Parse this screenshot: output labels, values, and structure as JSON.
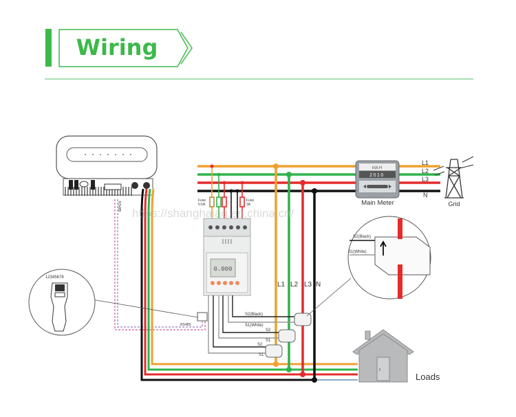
{
  "header": {
    "title": "Wiring",
    "accent_color": "#3cb94a"
  },
  "watermark": "https://shanghaiaq.en.china.cn/",
  "bus": {
    "lines": [
      {
        "label": "L1",
        "color": "#f0a030"
      },
      {
        "label": "L2",
        "color": "#2eb34a"
      },
      {
        "label": "L3",
        "color": "#e52b2b"
      },
      {
        "label": "N",
        "color": "#111111"
      }
    ]
  },
  "main_meter": {
    "label": "Main Meter",
    "unit": "kW.H",
    "reading": "2010"
  },
  "grid": {
    "label": "Grid"
  },
  "meter_device": {
    "fuse_left": {
      "line1": "Fuse",
      "line2": "0.5A"
    },
    "fuse_right": {
      "line1": "Fuse",
      "line2": "3A"
    },
    "display": "0.000"
  },
  "drop_labels": [
    "L1",
    "L2",
    "L3",
    "N"
  ],
  "ct_labels": {
    "ct1_s2": "S2(Black)",
    "ct1_s1": "S1(White)",
    "ct2_s2": "S2",
    "ct2_s1": "S1",
    "ct3_s2": "S2",
    "ct3_s1": "S1"
  },
  "rs485": {
    "label": "RS485",
    "inverter_port_label": "RS485"
  },
  "rj45_detail": {
    "pins": "12345678"
  },
  "ct_detail": {
    "s2": "S2(Black)",
    "s1": "S1(White)"
  },
  "loads": {
    "label": "Loads"
  }
}
